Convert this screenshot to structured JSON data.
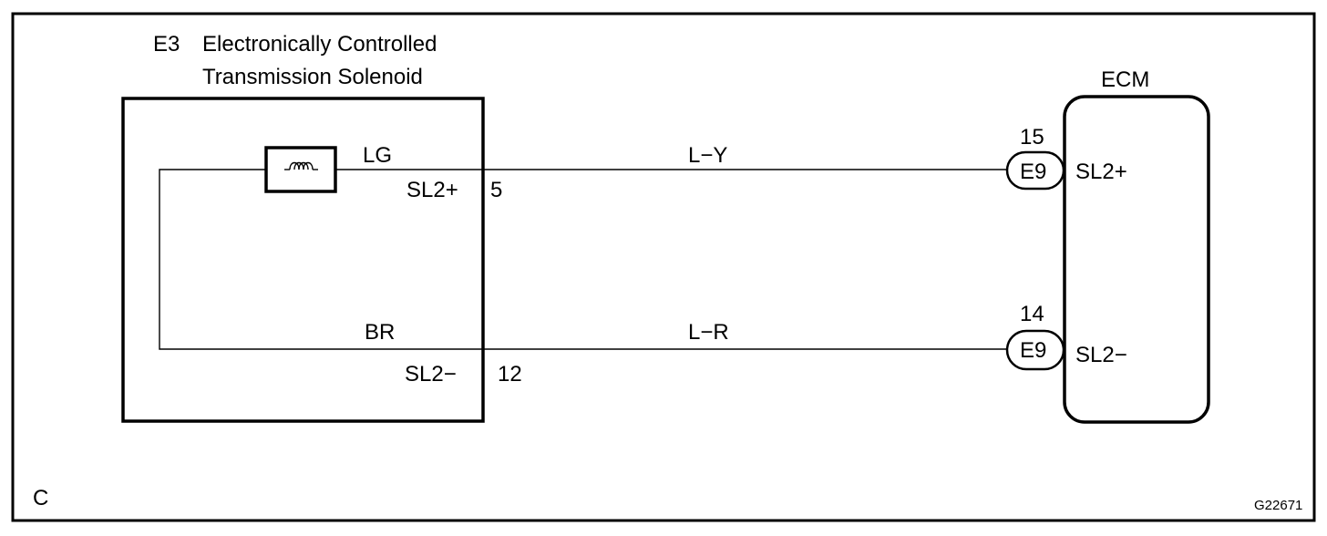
{
  "component": {
    "code": "E3",
    "name_line1": "Electronically Controlled",
    "name_line2": "Transmission Solenoid",
    "solenoid_icon": "coil-icon"
  },
  "ecm": {
    "label": "ECM"
  },
  "wires": [
    {
      "id": "upper",
      "component_side_color": "LG",
      "component_terminal_name": "SL2+",
      "component_terminal_number": "5",
      "harness_color": "L−Y",
      "ecm_pin": "15",
      "ecm_connector": "E9",
      "ecm_terminal_name": "SL2+"
    },
    {
      "id": "lower",
      "component_side_color": "BR",
      "component_terminal_name": "SL2−",
      "component_terminal_number": "12",
      "harness_color": "L−R",
      "ecm_pin": "14",
      "ecm_connector": "E9",
      "ecm_terminal_name": "SL2−"
    }
  ],
  "footer": {
    "corner_letter": "C",
    "figure_code": "G22671"
  }
}
